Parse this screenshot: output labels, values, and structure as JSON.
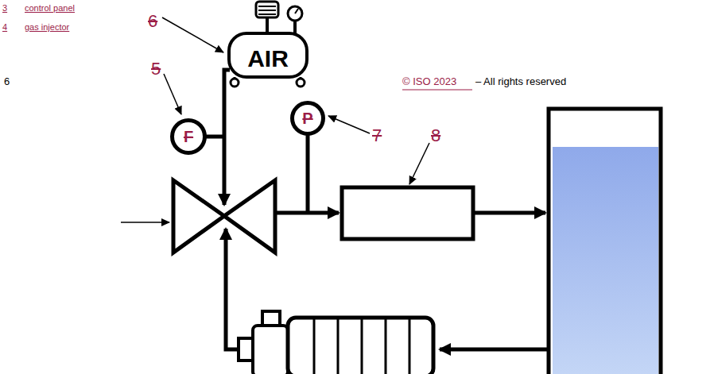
{
  "diagram": {
    "nodes": [
      {
        "text": [
          "AIR"
        ]
      },
      {
        "text": [
          "F"
        ]
      },
      {
        "text": [
          "P"
        ]
      }
    ],
    "labels": [
      "3",
      "control panel",
      "4",
      "gas injector",
      "6",
      "5",
      "6",
      "© ISO 2023",
      "– All rights reserved",
      "7",
      "8"
    ]
  }
}
